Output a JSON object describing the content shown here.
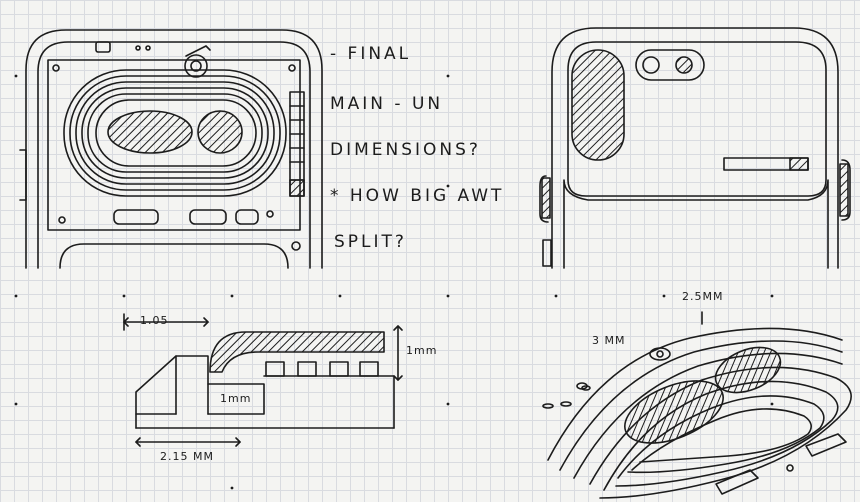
{
  "notes": {
    "line1": "- FINAL",
    "line2": "MAIN - UN",
    "line3": "DIMENSIONS?",
    "line4": "* HOW BIG AWT",
    "line5": "SPLIT?"
  },
  "dimensions": {
    "top_offset": "1.05",
    "height_right": "1mm",
    "inner_height": "1mm",
    "bottom_width": "2.15 MM",
    "iso_width": "2.5MM",
    "iso_depth": "3 MM"
  }
}
